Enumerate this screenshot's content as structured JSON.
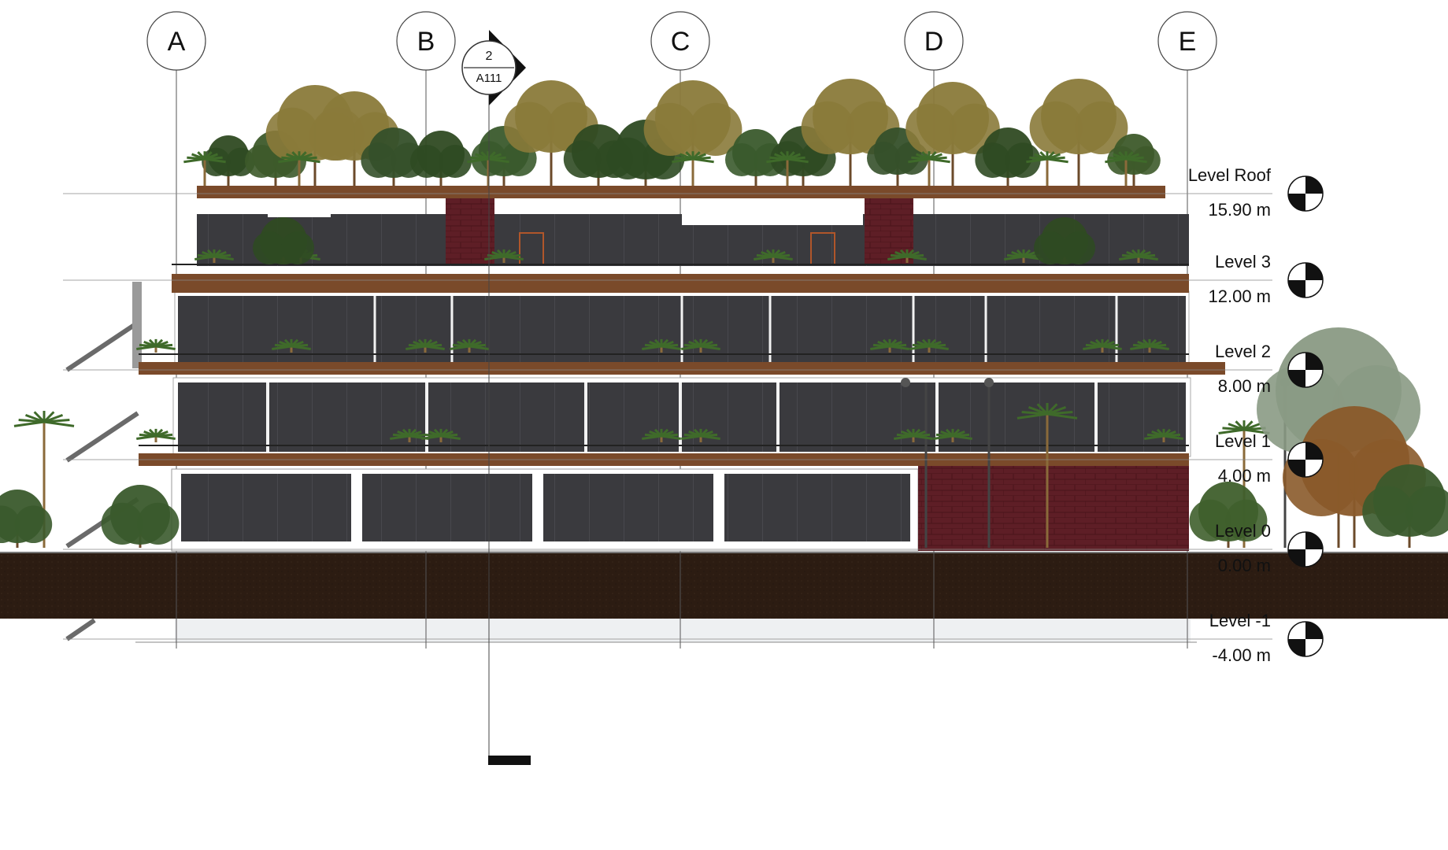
{
  "grid_lines": [
    {
      "label": "A"
    },
    {
      "label": "B"
    },
    {
      "label": "C"
    },
    {
      "label": "D"
    },
    {
      "label": "E"
    }
  ],
  "levels": [
    {
      "name": "Level Roof",
      "elevation": "15.90 m"
    },
    {
      "name": "Level 3",
      "elevation": "12.00 m"
    },
    {
      "name": "Level 2",
      "elevation": "8.00 m"
    },
    {
      "name": "Level 1",
      "elevation": "4.00 m"
    },
    {
      "name": "Level 0",
      "elevation": "0.00 m"
    },
    {
      "name": "Level -1",
      "elevation": "-4.00 m"
    }
  ],
  "section_marker": {
    "number": "2",
    "sheet": "A111"
  },
  "colors": {
    "ground": "#2c1c12",
    "slab_wood": "#7a4a2a",
    "glass": "#3a3a3e",
    "brick": "#5e1e26",
    "foliage_dark": "#2f4a22",
    "foliage_olive": "#8a7a3a"
  }
}
